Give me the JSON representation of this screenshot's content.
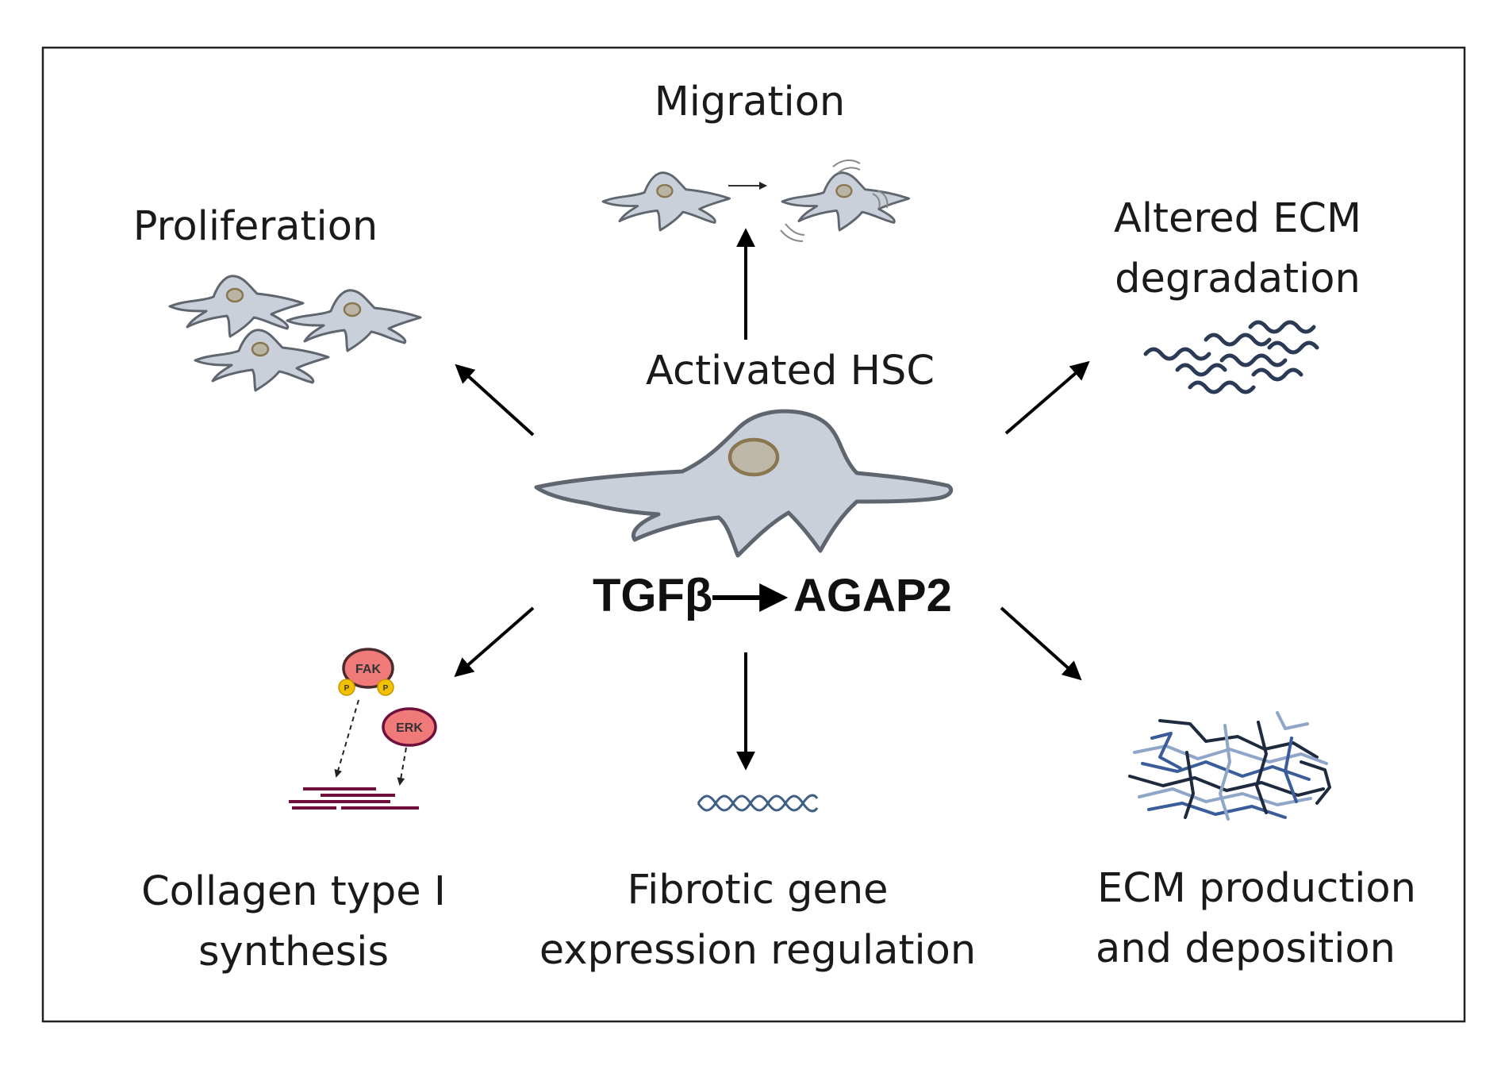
{
  "center": {
    "title": "Activated HSC",
    "signal_from": "TGFβ",
    "signal_to": "AGAP2"
  },
  "outcomes": {
    "migration": [
      "Migration"
    ],
    "proliferation": [
      "Proliferation"
    ],
    "ecm_degradation": [
      "Altered ECM",
      "degradation"
    ],
    "collagen": [
      "Collagen type I",
      "synthesis"
    ],
    "fibrotic": [
      "Fibrotic gene",
      "expression regulation"
    ],
    "ecm_production": [
      "ECM production",
      "and deposition"
    ]
  },
  "proteins": {
    "fak": "FAK",
    "erk": "ERK",
    "phospho": "P"
  },
  "colors": {
    "cell_fill": "#c9d0da",
    "cell_stroke": "#5f6670",
    "nucleus": "#bdb8a8",
    "kinase": "#f07a7a",
    "phospho": "#f2c200",
    "collagen_strands": "#6e0f3c",
    "ecm_dark": "#1e2a3e",
    "ecm_blue": "#3a5d9a",
    "ecm_light": "#8fa6c8",
    "dna": "#3f5f85"
  }
}
